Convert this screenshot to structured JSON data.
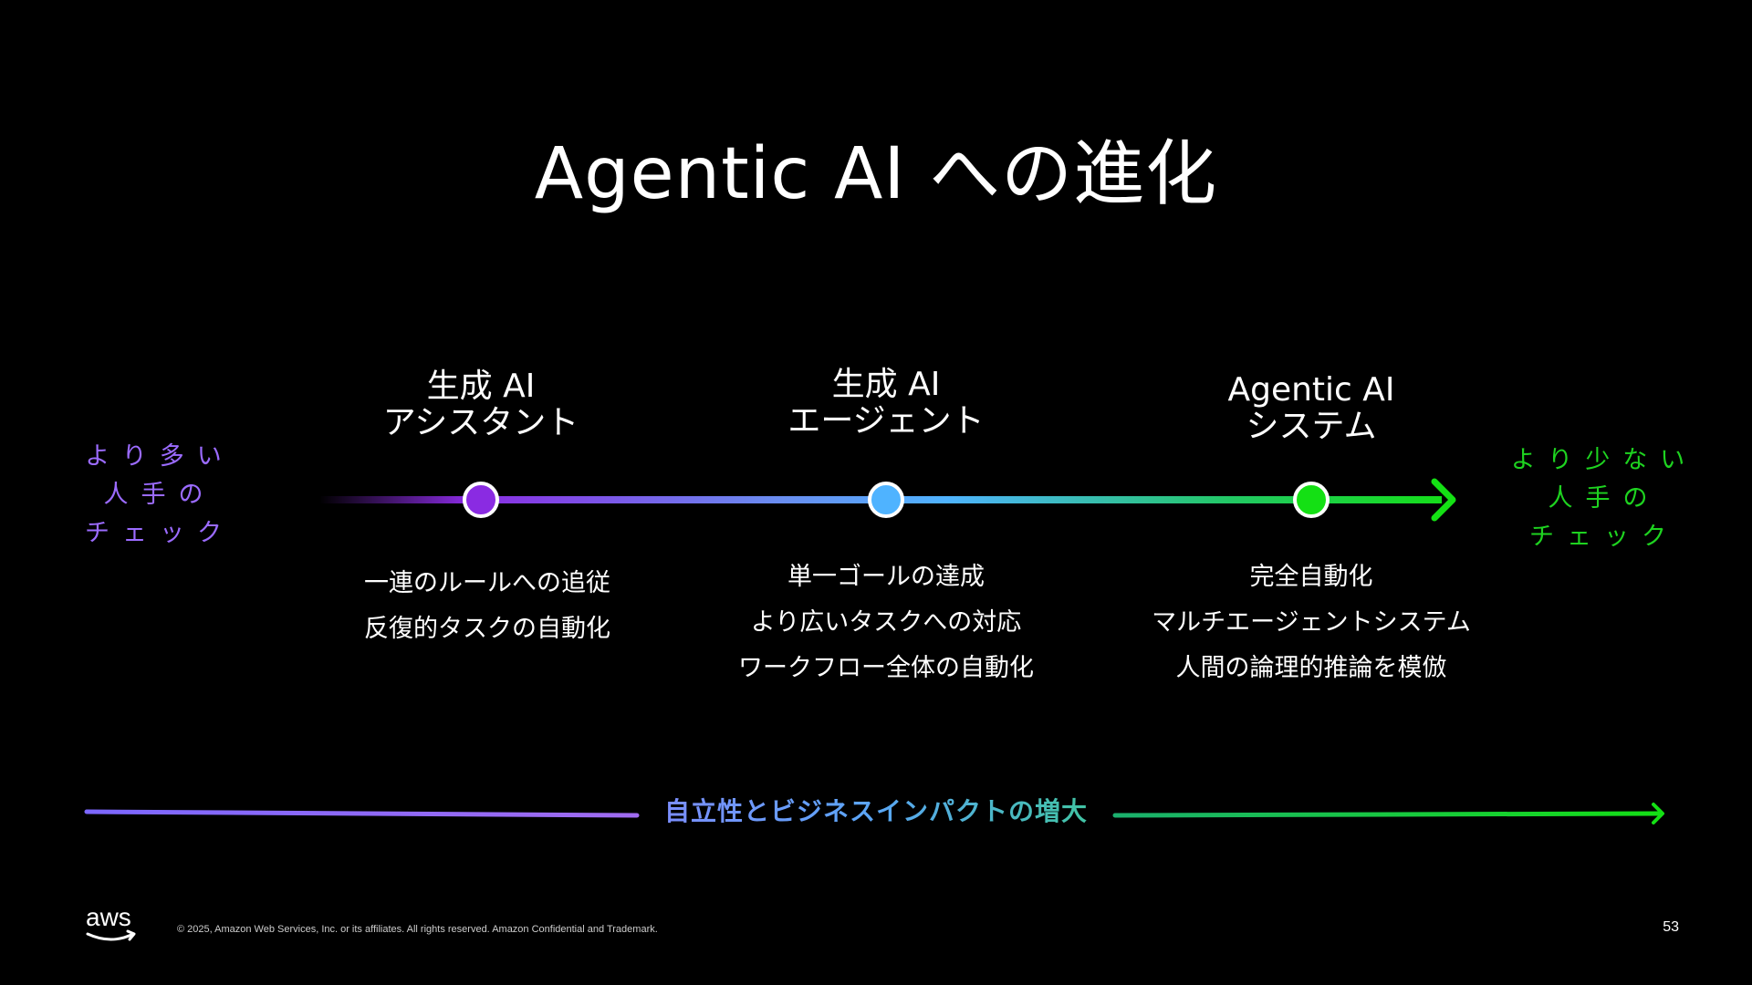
{
  "slide": {
    "title": "Agentic AI への進化",
    "page_number": "53",
    "copyright": "© 2025, Amazon Web Services, Inc. or its affiliates. All rights reserved. Amazon Confidential and Trademark.",
    "logo_text": "aws"
  },
  "left_label": {
    "line1": "より多い",
    "line2": "人手の",
    "line3": "チェック"
  },
  "right_label": {
    "line1": "より少ない",
    "line2": "人手の",
    "line3": "チェック"
  },
  "stages": [
    {
      "title1": "生成 AI",
      "title2": "アシスタント",
      "dot_color": "#8a2be2",
      "items": [
        "一連のルールへの追従",
        "反復的タスクの自動化"
      ]
    },
    {
      "title1": "生成 AI",
      "title2": "エージェント",
      "dot_color": "#4fb3ff",
      "items": [
        "単一ゴールの達成",
        "より広いタスクへの対応",
        "ワークフロー全体の自動化"
      ]
    },
    {
      "title1": "Agentic AI",
      "title2": "システム",
      "dot_color": "#14e014",
      "items": [
        "完全自動化",
        "マルチエージェントシステム",
        "人間の論理的推論を模倣"
      ]
    }
  ],
  "bottom_band": {
    "label": "自立性とビジネスインパクトの増大"
  },
  "colors": {
    "purple": "#9b6bff",
    "blue": "#4fb3ff",
    "green": "#1ed320"
  }
}
